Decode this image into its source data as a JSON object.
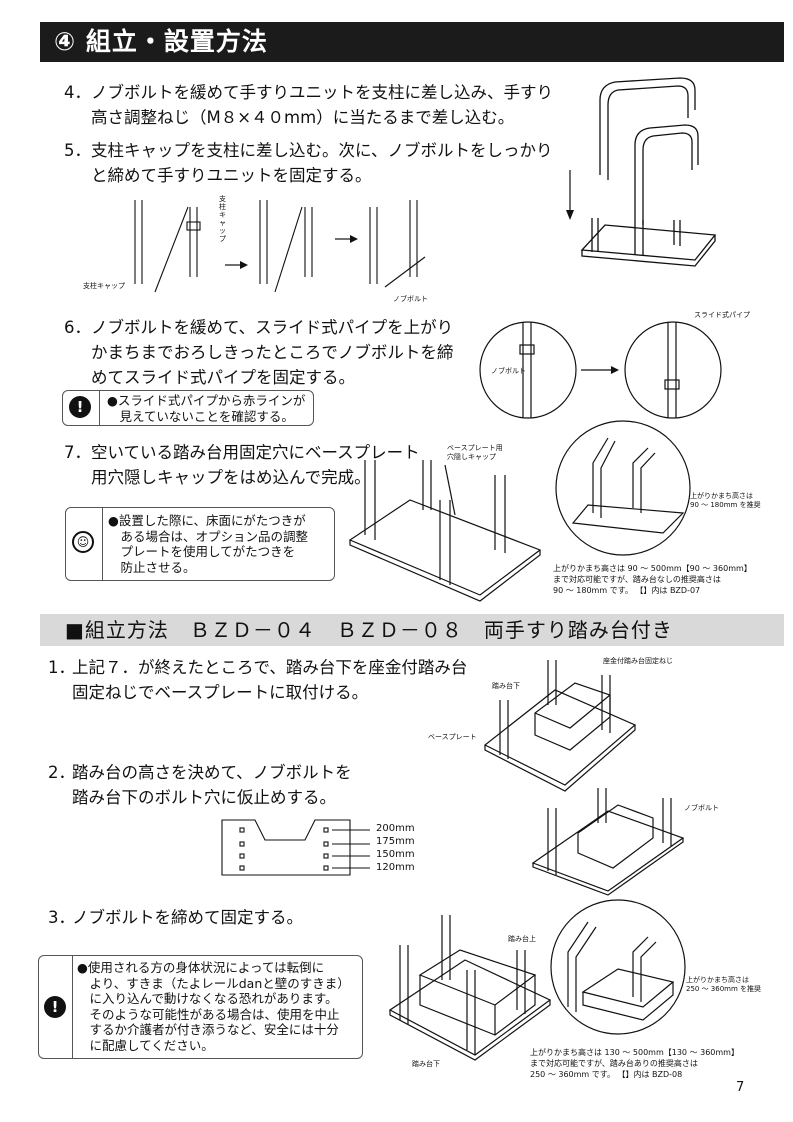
{
  "header": {
    "title": "④ 組立・設置方法"
  },
  "steps_top": [
    {
      "num": "4．",
      "text": "ノブボルトを緩めて手すりユニットを支柱に差し込み、手すり\n高さ調整ねじ（M８×４０mm）に当たるまで差し込む。"
    },
    {
      "num": "5．",
      "text": "支柱キャップを支柱に差し込む。次に、ノブボルトをしっかり\nと締めて手すりユニットを固定する。"
    },
    {
      "num": "6．",
      "text": "ノブボルトを緩めて、スライド式パイプを上がり\nかまちまでおろしきったところでノブボルトを締\nめてスライド式パイプを固定する。"
    },
    {
      "num": "7．",
      "text": "空いている踏み台用固定穴にベースプレート\n用穴隠しキャップをはめ込んで完成。"
    }
  ],
  "labels": {
    "pillar_cap_a": "支柱キャップ",
    "pillar_cap_b": "支柱キャップ",
    "knob_bolt_a": "ノブボルト",
    "knob_bolt_b": "ノブボルト",
    "knob_bolt_c": "ノブボルト",
    "slide_pipe": "スライド式パイプ",
    "hole_cap": "ベースプレート用\n穴隠しキャップ",
    "recommended_1": "上がりかまち高さは\n90 ～ 180mm を推奨",
    "stand_lower_a": "踏み台下",
    "stand_lower_b": "踏み台下",
    "stand_fix_screw": "座金付踏み台固定ねじ",
    "base_plate": "ベースプレート",
    "stand_upper": "踏み台上",
    "recommended_2": "上がりかまち高さは\n250 ～ 360mm を推奨"
  },
  "notes": {
    "note1": "●スライド式パイプから赤ラインが\n　見えていないことを確認する。",
    "note2": "●設置した際に、床面にがたつきが\n　ある場合は、オプション品の調整\n　プレートを使用してがたつきを\n　防止させる。",
    "note3": "●使用される方の身体状況によっては転倒に\n　より、すきま（たよレールdanと壁のすきま）\n　に入り込んで動けなくなる恐れがあります。\n　そのような可能性がある場合は、使用を中止\n　するか介護者が付き添うなど、安全には十分\n　に配慮してください。"
  },
  "captions": {
    "cap1": "上がりかまち高さは 90 ～ 500mm【90 ～ 360mm】\nまで対応可能ですが、踏み台なしの推奨高さは\n90 ～ 180mm です。 【】内は BZD-07",
    "cap2": "上がりかまち高さは 130 ～ 500mm【130 ～ 360mm】\nまで対応可能ですが、踏み台ありの推奨高さは\n250 ～ 360mm です。 【】内は BZD-08"
  },
  "section2": {
    "title": "■組立方法　ＢＺＤ－０４　ＢＺＤ－０８　両手すり踏み台付き",
    "steps": [
      {
        "num": "1．",
        "text": "上記７．が終えたところで、踏み台下を座金付踏み台\n固定ねじでベースプレートに取付ける。"
      },
      {
        "num": "2．",
        "text": "踏み台の高さを決めて、ノブボルトを\n踏み台下のボルト穴に仮止めする。"
      },
      {
        "num": "3．",
        "text": "ノブボルトを締めて固定する。"
      }
    ],
    "heights": [
      "200mm",
      "175mm",
      "150mm",
      "120mm"
    ]
  },
  "page_number": "7"
}
